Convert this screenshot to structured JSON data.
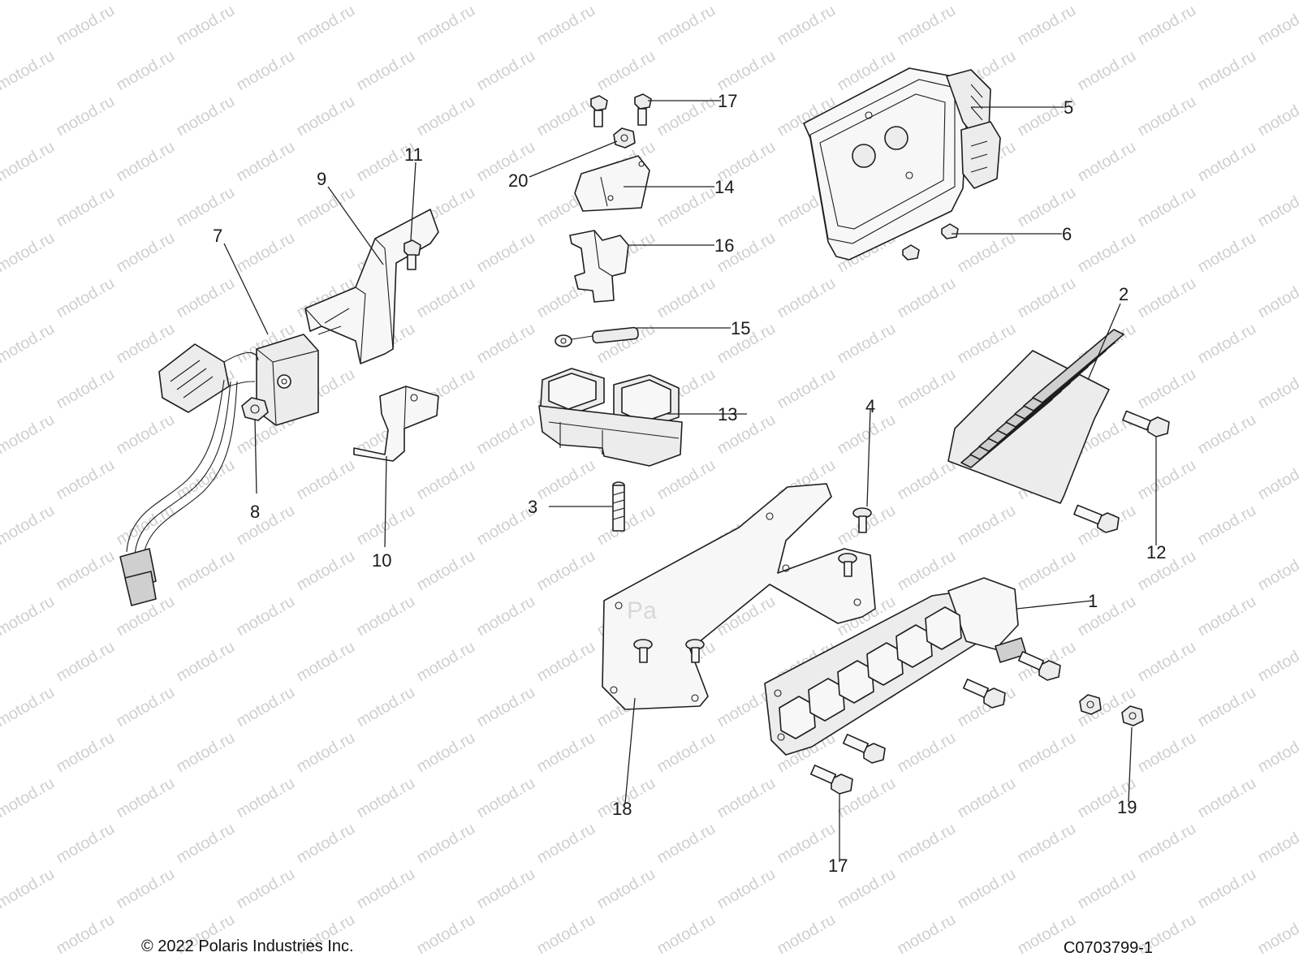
{
  "watermark": {
    "text": "motod.ru",
    "color": "#cfcfcf"
  },
  "callouts": [
    {
      "id": "c1",
      "label": "1"
    },
    {
      "id": "c2",
      "label": "2"
    },
    {
      "id": "c3",
      "label": "3"
    },
    {
      "id": "c4",
      "label": "4"
    },
    {
      "id": "c5",
      "label": "5"
    },
    {
      "id": "c6",
      "label": "6"
    },
    {
      "id": "c7",
      "label": "7"
    },
    {
      "id": "c8",
      "label": "8"
    },
    {
      "id": "c9",
      "label": "9"
    },
    {
      "id": "c10",
      "label": "10"
    },
    {
      "id": "c11",
      "label": "11"
    },
    {
      "id": "c12",
      "label": "12"
    },
    {
      "id": "c13",
      "label": "13"
    },
    {
      "id": "c14",
      "label": "14"
    },
    {
      "id": "c15",
      "label": "15"
    },
    {
      "id": "c16",
      "label": "16"
    },
    {
      "id": "c17a",
      "label": "17"
    },
    {
      "id": "c17b",
      "label": "17"
    },
    {
      "id": "c18",
      "label": "18"
    },
    {
      "id": "c19",
      "label": "19"
    },
    {
      "id": "c20",
      "label": "20"
    }
  ],
  "footer": {
    "copyright": "© 2022 Polaris Industries Inc.",
    "figure_code": "C0703799-1"
  }
}
